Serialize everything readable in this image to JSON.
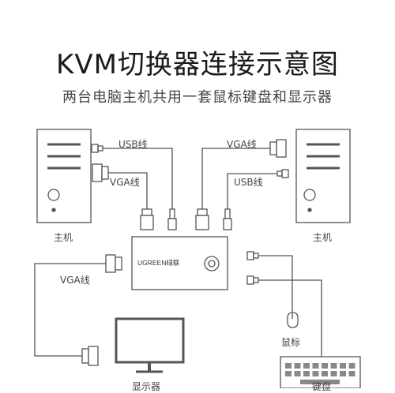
{
  "header": {
    "title": "KVM切换器连接示意图",
    "subtitle": "两台电脑主机共用一套鼠标键盘和显示器"
  },
  "labels": {
    "left_usb": "USB线",
    "left_vga": "VGA线",
    "right_vga": "VGA线",
    "right_usb": "USB线",
    "left_host": "主机",
    "right_host": "主机",
    "monitor_vga": "VGA线",
    "mouse": "鼠标",
    "monitor": "显示器",
    "keyboard": "键盘"
  },
  "kvm": {
    "brand": "UGREEN绿联"
  },
  "colors": {
    "line": "#555555",
    "text": "#333333"
  }
}
